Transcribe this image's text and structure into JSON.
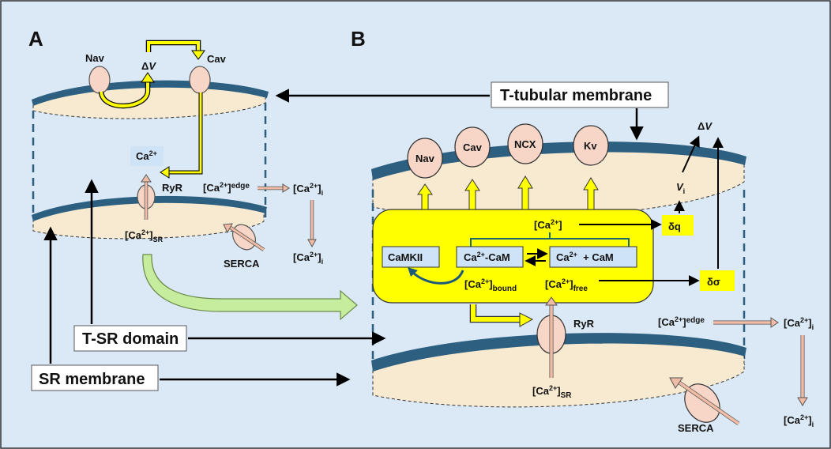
{
  "panels": {
    "a": "A",
    "b": "B"
  },
  "callouts": {
    "t_tubular": "T-tubular membrane",
    "t_sr": "T-SR domain",
    "sr": "SR membrane"
  },
  "panel_a": {
    "nav": "Nav",
    "cav": "Cav",
    "delta_v_prefix": "Δ",
    "delta_v_var": "V",
    "ca": "Ca",
    "ca_sup": "2+",
    "ryr": "RyR",
    "serca": "SERCA",
    "ca_sr_main": "[Ca",
    "ca_sr_sup": "2+",
    "ca_sr_close": "]",
    "ca_sr_sub": "SR",
    "ca_edge_main": "[Ca",
    "ca_edge_sup": "2+",
    "ca_edge_close": "]",
    "ca_edge_sup2": "edge",
    "ca_i_main": "[Ca",
    "ca_i_sup": "2+",
    "ca_i_close": "]",
    "ca_i_sub": "i",
    "ca_i2_main": "[Ca",
    "ca_i2_sup": "2+",
    "ca_i2_close": "]",
    "ca_i2_sub": "i"
  },
  "panel_b": {
    "channels": [
      "Nav",
      "Cav",
      "NCX",
      "Kv"
    ],
    "delta_v_prefix": "Δ",
    "delta_v_var": "V",
    "vi_var": "V",
    "vi_sub": "i",
    "delta_q": "δq",
    "delta_sigma": "δσ",
    "camkii": "CaMKII",
    "ca_cam_main": "Ca",
    "ca_cam_sup": "2+",
    "ca_cam_rest": "-CaM",
    "ca_plus_cam_main": "Ca",
    "ca_plus_cam_sup": "2+",
    "ca_plus_cam_rest": "  + CaM",
    "ca_top_main": "[Ca",
    "ca_top_sup": "2+",
    "ca_top_close": "]",
    "ca_bound_main": "[Ca",
    "ca_bound_sup": "2+",
    "ca_bound_close": "]",
    "ca_bound_sub": "bound",
    "ca_free_main": "[Ca",
    "ca_free_sup": "2+",
    "ca_free_close": "]",
    "ca_free_sub": "free",
    "ryr": "RyR",
    "serca": "SERCA",
    "ca_sr_main": "[Ca",
    "ca_sr_sup": "2+",
    "ca_sr_close": "]",
    "ca_sr_sub": "SR",
    "ca_edge_main": "[Ca",
    "ca_edge_sup": "2+",
    "ca_edge_close": "]",
    "ca_edge_sup2": "edge",
    "ca_i_main": "[Ca",
    "ca_i_sup": "2+",
    "ca_i_close": "]",
    "ca_i_sub": "i",
    "ca_i2_main": "[Ca",
    "ca_i2_sup": "2+",
    "ca_i2_close": "]",
    "ca_i2_sub": "i"
  },
  "colors": {
    "background": "#dbe9f6",
    "membrane": "#2c5f80",
    "compartment": "#f8ead0",
    "channel": "#f7d6c8",
    "cytosol": "#ffff00",
    "label_box": "#cfe3f6",
    "flux_arrow": "#f0bca6",
    "green_arrow": "#c6ec9e"
  }
}
